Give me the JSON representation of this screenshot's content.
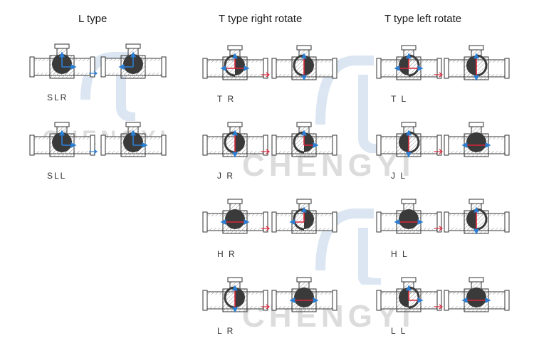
{
  "titles": {
    "l_type": "L type",
    "t_right": "T type right rotate",
    "t_left": "T type left rotate"
  },
  "watermark": {
    "text_top": "CHENGYI",
    "text_bottom": "CHENGYI"
  },
  "colors": {
    "l_type_arrow": "#2a7fd4",
    "t_type_arrow": "#d8263a",
    "ball": "#3a3a3a",
    "hatch": "#9a9a9a"
  },
  "valves": {
    "slr": {
      "code": "SLR"
    },
    "sll": {
      "code": "SLL"
    },
    "tr": {
      "code": "T R"
    },
    "jr": {
      "code": "J R"
    },
    "hr": {
      "code": "H R"
    },
    "lr": {
      "code": "L R"
    },
    "tl": {
      "code": "T L"
    },
    "jl": {
      "code": "J L"
    },
    "hl": {
      "code": "H L"
    },
    "ll": {
      "code": "L L"
    }
  }
}
